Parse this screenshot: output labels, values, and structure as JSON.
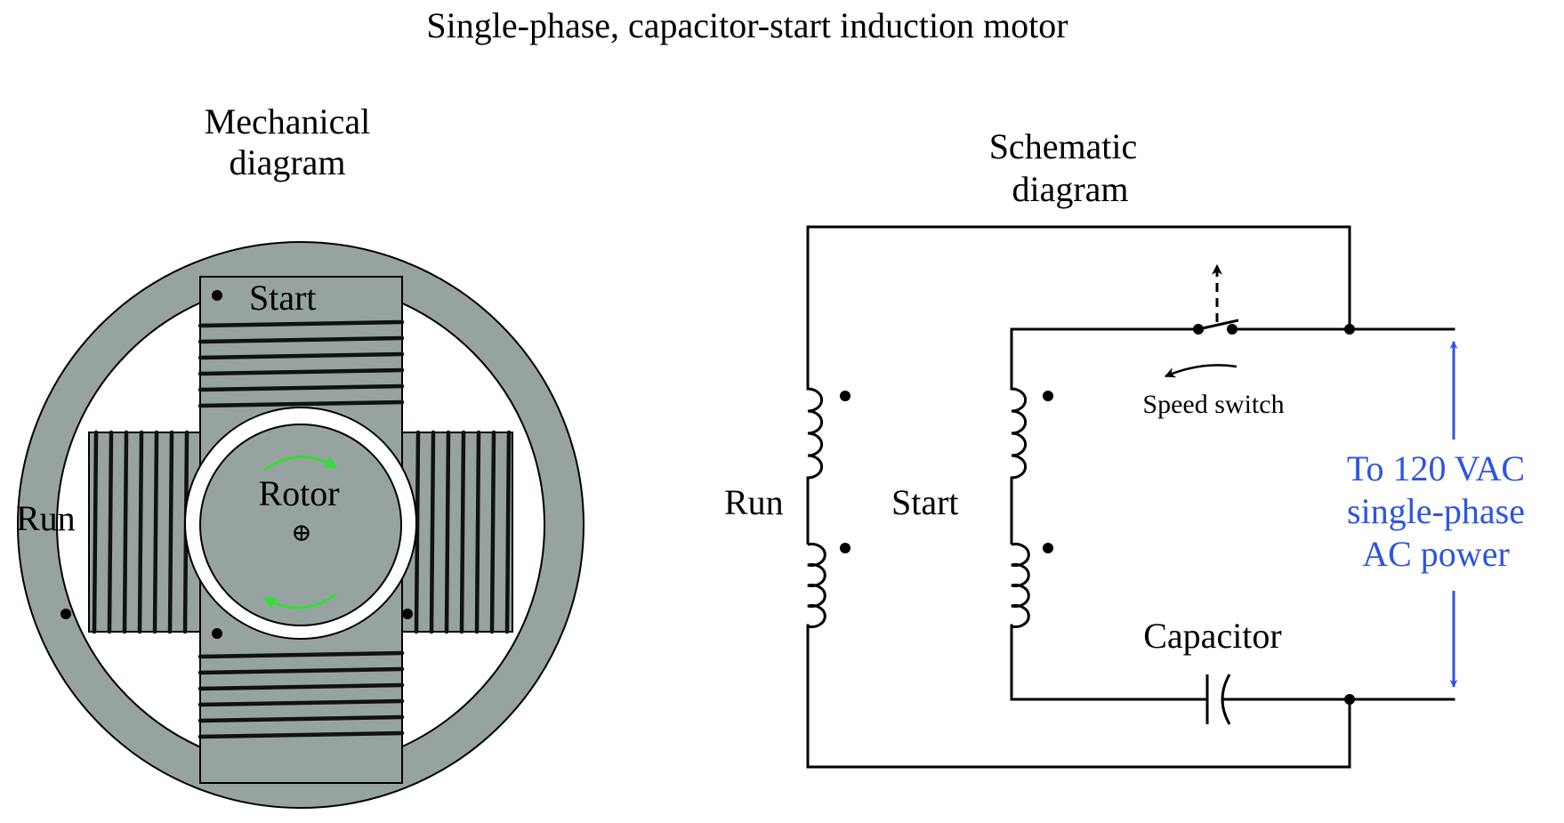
{
  "title": "Single-phase, capacitor-start induction motor",
  "mechanical": {
    "heading_line1": "Mechanical",
    "heading_line2": "diagram",
    "label_start": "Start",
    "label_run": "Run",
    "label_rotor": "Rotor",
    "center_symbol": "⊕",
    "rotation_arrow_color": "#33dd33",
    "stator_color": "#97a3a1"
  },
  "schematic": {
    "heading_line1": "Schematic",
    "heading_line2": "diagram",
    "label_run": "Run",
    "label_start": "Start",
    "label_speed_switch": "Speed switch",
    "label_capacitor": "Capacitor",
    "power_line1": "To 120 VAC",
    "power_line2": "single-phase",
    "power_line3": "AC power",
    "power_color": "#2e54e0"
  }
}
